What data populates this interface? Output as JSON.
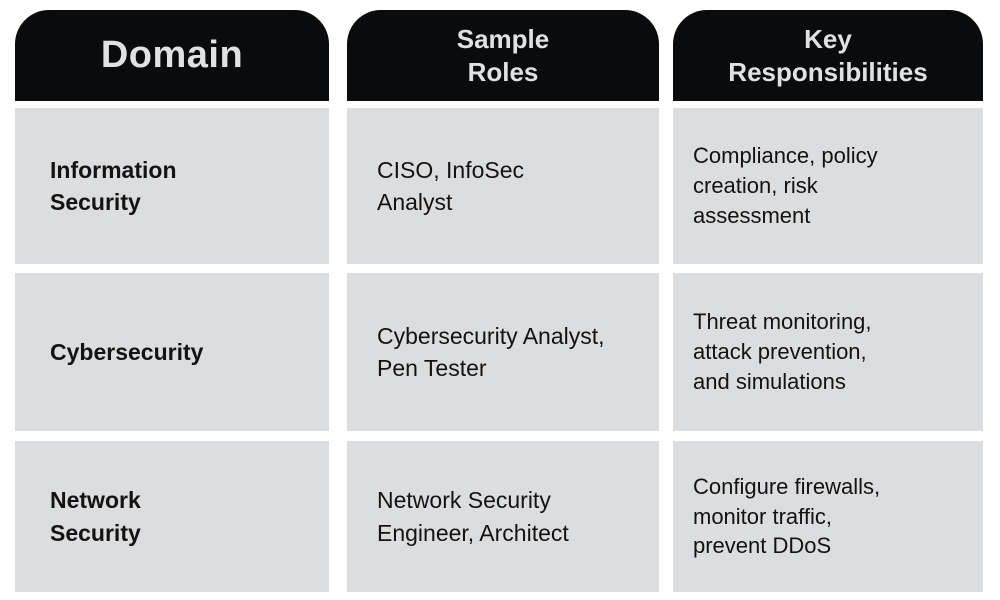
{
  "colors": {
    "header_bg": "#0a0b0d",
    "header_text": "#e0e1e3",
    "cell_bg": "#dcddde",
    "cell_text": "#131314",
    "page_bg": "#ffffff"
  },
  "table": {
    "headers": [
      "Domain",
      "Sample\nRoles",
      "Key\nResponsibilities"
    ],
    "rows": [
      {
        "domain": "Information\nSecurity",
        "roles": "CISO, InfoSec\nAnalyst",
        "responsibilities": "Compliance, policy\ncreation, risk\nassessment"
      },
      {
        "domain": "Cybersecurity",
        "roles": "Cybersecurity Analyst,\nPen Tester",
        "responsibilities": "Threat monitoring,\nattack prevention,\nand simulations"
      },
      {
        "domain": "Network\nSecurity",
        "roles": "Network Security\nEngineer, Architect",
        "responsibilities": "Configure firewalls,\nmonitor traffic,\nprevent DDoS"
      }
    ]
  },
  "chart_data": {
    "type": "table",
    "columns": [
      "Domain",
      "Sample Roles",
      "Key Responsibilities"
    ],
    "rows": [
      [
        "Information Security",
        "CISO, InfoSec Analyst",
        "Compliance, policy creation, risk assessment"
      ],
      [
        "Cybersecurity",
        "Cybersecurity Analyst, Pen Tester",
        "Threat monitoring, attack prevention, and simulations"
      ],
      [
        "Network Security",
        "Network Security Engineer, Architect",
        "Configure firewalls, monitor traffic, prevent DDoS"
      ]
    ]
  }
}
